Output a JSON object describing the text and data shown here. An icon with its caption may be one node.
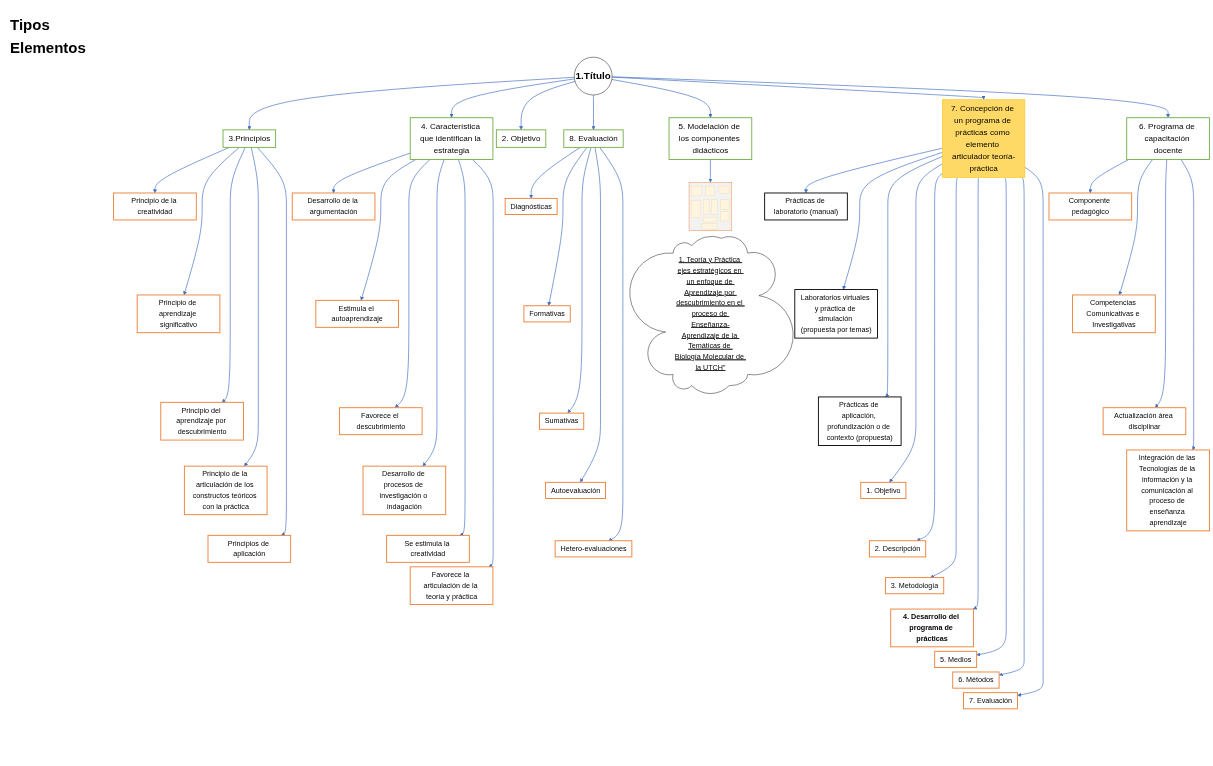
{
  "diagram": {
    "nodes": [
      {
        "text": [
          "1. Teoría y Práctica ejes estratégicos en un enfoque de Aprendizaje por descubrimiento en el proceso de Enseñanza-Aprendizaje de la Temáticas de Biología Molecular de la UTCH”"
        ]
      },
      {
        "text": [
          "1.Título"
        ]
      },
      {
        "text": [
          "3.Principios"
        ]
      },
      {
        "text": [
          "Principio de la creatividad"
        ]
      },
      {
        "text": [
          "Principio de aprendizaje significativo"
        ]
      },
      {
        "text": [
          "Principio del aprendizaje por descubrimiento"
        ]
      },
      {
        "text": [
          "Principio de la articulación de los constructos teóricos con la práctica"
        ]
      },
      {
        "text": [
          "Principios de aplicación"
        ]
      },
      {
        "text": [
          "4. Característica que identifican la estrategia"
        ]
      },
      {
        "text": [
          "Desarrollo de la argumentación"
        ]
      },
      {
        "text": [
          "Estimula el autoaprendizaje"
        ]
      },
      {
        "text": [
          "Favorece el descubrimiento"
        ]
      },
      {
        "text": [
          "Desarrollo de procesos de investigación o indagación"
        ]
      },
      {
        "text": [
          "Se estimula la creatividad"
        ]
      },
      {
        "text": [
          "Favorece la articulación de la teoría y práctica"
        ]
      },
      {
        "text": [
          "2. Objetivo"
        ]
      },
      {
        "text": [
          "8. Evaluación"
        ]
      },
      {
        "text": [
          "Diagnósticas"
        ]
      },
      {
        "text": [
          "Formativas"
        ]
      },
      {
        "text": [
          "Sumativas"
        ]
      },
      {
        "text": [
          "Autoevaluación"
        ]
      },
      {
        "text": [
          "Hetero-evaluaciones"
        ]
      },
      {
        "text": [
          "5. Modelación de los componentes didácticos"
        ]
      },
      {
        "text": [],
        "shape": "picture"
      },
      {
        "text": [
          "7. Concepción de un programa de prácticas como elemento articulador teoría-práctica"
        ]
      },
      {
        "text": [
          "Prácticas de laboratorio (manual)"
        ]
      },
      {
        "text": [
          "Laboratorios virtuales y práctica de simulación (propuesta por temas)"
        ]
      },
      {
        "text": [
          "Prácticas de aplicación, profundización o de contexto (propuesta)"
        ]
      },
      {
        "text": [
          "1. Objetivo"
        ]
      },
      {
        "text": [
          "2. Descripción"
        ]
      },
      {
        "text": [
          "3. Metodología"
        ]
      },
      {
        "text": [
          "4. Desarrollo del programa de prácticas"
        ]
      },
      {
        "text": [
          "5. Medios"
        ]
      },
      {
        "text": [
          "6. Métodos"
        ]
      },
      {
        "text": [
          "7. Evaluación"
        ]
      },
      {
        "text": [
          "6. Programa de capacitación docente"
        ]
      },
      {
        "text": [
          "Componente pedagógico"
        ]
      },
      {
        "text": [
          "Competencias Comunicativas e Investigativas"
        ]
      },
      {
        "text": [
          "Actualización área disciplinar"
        ]
      },
      {
        "text": [
          "Integración de las Tecnologías de la información y la comunicación al proceso de enseñanza aprendizaje"
        ]
      }
    ],
    "edges": [
      {
        "from": 1,
        "to": 2,
        "arrow": "to"
      },
      {
        "from": 2,
        "to": 3,
        "arrow": "to"
      },
      {
        "from": 2,
        "to": 4,
        "arrow": "to"
      },
      {
        "from": 2,
        "to": 5,
        "arrow": "to"
      },
      {
        "from": 2,
        "to": 6,
        "arrow": "to"
      },
      {
        "from": 2,
        "to": 7,
        "arrow": "to"
      },
      {
        "from": 1,
        "to": 8,
        "arrow": "to"
      },
      {
        "from": 8,
        "to": 9,
        "arrow": "to"
      },
      {
        "from": 8,
        "to": 10,
        "arrow": "to"
      },
      {
        "from": 8,
        "to": 11,
        "arrow": "to"
      },
      {
        "from": 8,
        "to": 12,
        "arrow": "to"
      },
      {
        "from": 8,
        "to": 13,
        "arrow": "to"
      },
      {
        "from": 8,
        "to": 14,
        "arrow": "to"
      },
      {
        "from": 1,
        "to": 15,
        "arrow": "to"
      },
      {
        "from": 1,
        "to": 16,
        "arrow": "to"
      },
      {
        "from": 16,
        "to": 17,
        "arrow": "to"
      },
      {
        "from": 16,
        "to": 18,
        "arrow": "to"
      },
      {
        "from": 16,
        "to": 19,
        "arrow": "to"
      },
      {
        "from": 16,
        "to": 20,
        "arrow": "to"
      },
      {
        "from": 16,
        "to": 21,
        "arrow": "to"
      },
      {
        "from": 1,
        "to": 22,
        "arrow": "to"
      },
      {
        "from": 22,
        "to": 23,
        "arrow": "to"
      },
      {
        "from": 1,
        "to": 24,
        "arrow": "to"
      },
      {
        "from": 24,
        "to": 25,
        "arrow": "to"
      },
      {
        "from": 24,
        "to": 26,
        "arrow": "to"
      },
      {
        "from": 24,
        "to": 27,
        "arrow": "to"
      },
      {
        "from": 24,
        "to": 28,
        "arrow": "to"
      },
      {
        "from": 24,
        "to": 29,
        "arrow": "to"
      },
      {
        "from": 24,
        "to": 30,
        "arrow": "to"
      },
      {
        "from": 24,
        "to": 31,
        "arrow": "to"
      },
      {
        "from": 24,
        "to": 32,
        "arrow": "to"
      },
      {
        "from": 24,
        "to": 33,
        "arrow": "to"
      },
      {
        "from": 24,
        "to": 34,
        "arrow": "to"
      },
      {
        "from": 1,
        "to": 35,
        "arrow": "to"
      },
      {
        "from": 35,
        "to": 36,
        "arrow": "to"
      },
      {
        "from": 35,
        "to": 37,
        "arrow": "to"
      },
      {
        "from": 35,
        "to": 38,
        "arrow": "to"
      },
      {
        "from": 35,
        "to": 39,
        "arrow": "to"
      }
    ],
    "labels": [
      "Tipos",
      "Elementos"
    ]
  }
}
